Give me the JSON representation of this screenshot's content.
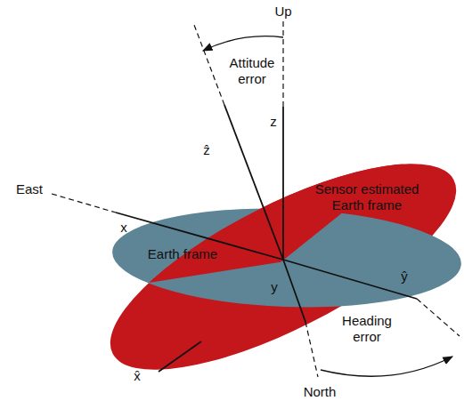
{
  "diagram": {
    "nodes": [
      {
        "text": [
          "Sensor estimated Earth frame"
        ]
      },
      {
        "text": [
          "Earth frame"
        ]
      }
    ],
    "labels": [
      "Up",
      "z",
      "ẑ",
      "Attitude error",
      "East",
      "x",
      "y",
      "ŷ",
      "x̂",
      "North",
      "Heading error"
    ]
  }
}
